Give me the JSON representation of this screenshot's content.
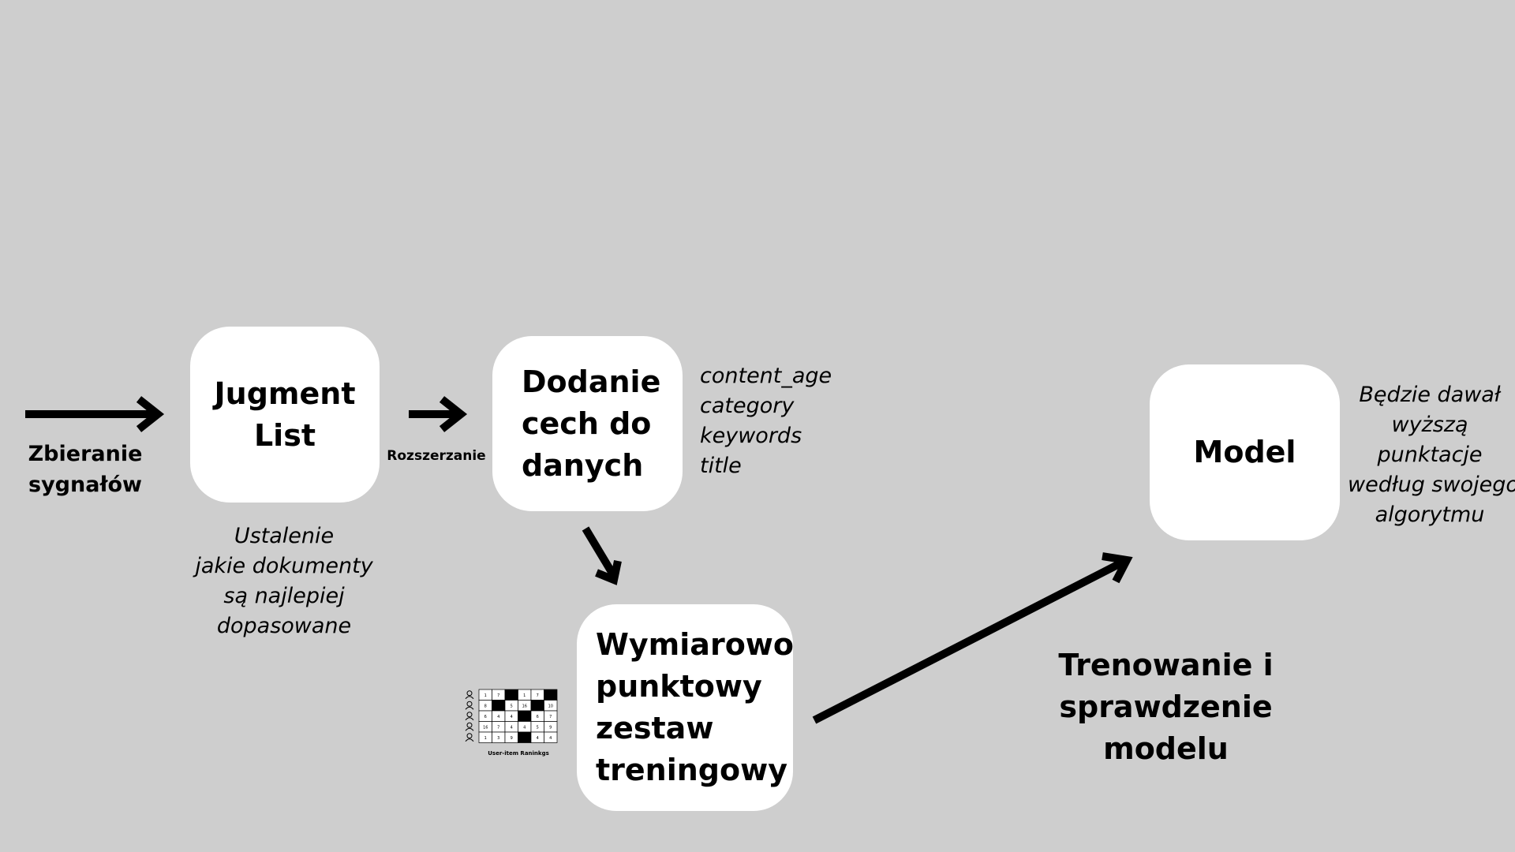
{
  "nodes": {
    "judgment_list": {
      "lines": [
        "Jugment",
        "List"
      ]
    },
    "features": {
      "lines": [
        "Dodanie",
        "cech do",
        "danych"
      ]
    },
    "training_set": {
      "lines": [
        "Wymiarowo",
        "punktowy",
        "zestaw",
        "treningowy"
      ]
    },
    "model": {
      "lines": [
        "Model"
      ]
    }
  },
  "labels": {
    "signals": [
      "Zbieranie",
      "sygnałów"
    ],
    "extension": "Rozszerzanie",
    "training": [
      "Trenowanie i",
      "sprawdzenie",
      "modelu"
    ]
  },
  "notes": {
    "judgment": [
      "Ustalenie",
      "jakie dokumenty",
      "są najlepiej",
      "dopasowane"
    ],
    "features": [
      "content_age",
      "category",
      "keywords",
      "title"
    ],
    "model": [
      "Będzie dawał",
      "wyższą",
      "punktacje",
      "według swojego",
      "algorytmu"
    ]
  },
  "matrix": {
    "caption": "User-item Raninkgs",
    "icons": [
      "user-icon",
      "user-icon",
      "user-icon",
      "user-icon",
      "user-icon"
    ],
    "cells": [
      [
        "1",
        "7",
        "",
        "1",
        "7",
        ""
      ],
      [
        "8",
        "",
        "5",
        "16",
        "",
        "10"
      ],
      [
        "6",
        "4",
        "4",
        "",
        "6",
        "7"
      ],
      [
        "16",
        "7",
        "4",
        "4",
        "5",
        "9"
      ],
      [
        "1",
        "3",
        "9",
        "",
        "4",
        "4"
      ]
    ]
  },
  "colors": {
    "background": "#cecece",
    "box": "#ffffff",
    "ink": "#000000",
    "matrix_fill": "#000000"
  }
}
